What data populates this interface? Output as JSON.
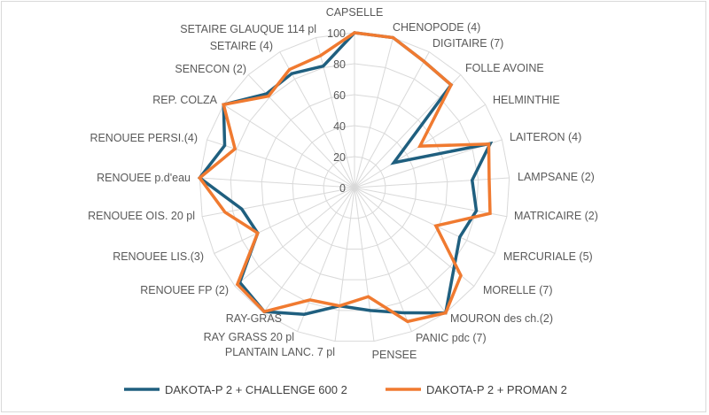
{
  "chart_data": {
    "type": "radar",
    "categories": [
      "CAPSELLE",
      "CHENOPODE (4)",
      "DIGITAIRE (7)",
      "FOLLE AVOINE",
      "HELMINTHIE",
      "LAITERON (4)",
      "LAMPSANE (2)",
      "MATRICAIRE (2)",
      "MERCURIALE (5)",
      "MORELLE (7)",
      "MOURON des ch.(2)",
      "PANIC pdc (7)",
      "PENSEE",
      "PLANTAIN LANC. 7 pl",
      "RAY GRASS 20 pl",
      "RAY-GRAS",
      "RENOUEE FP (2)",
      "RENOUEE LIS.(3)",
      "RENOUEE OIS. 20 pl",
      "RENOUEE p.d'eau",
      "RENOUEE PERSI.(4)",
      "REP. COLZA",
      "SENECON (2)",
      "SETAIRE (4)",
      "SETAIRE GLAUQUE 114 pl"
    ],
    "series": [
      {
        "name": "DAKOTA-P 2  + CHALLENGE 600 2",
        "color": "#1F5F7F",
        "values": [
          100,
          100,
          93,
          91,
          30,
          92,
          76,
          80,
          75,
          83,
          100,
          87,
          80,
          77,
          88,
          99,
          96,
          69,
          74,
          100,
          88,
          100,
          83,
          84,
          81
        ]
      },
      {
        "name": "DAKOTA-P 2 + PROMAN 2",
        "color": "#F07A30",
        "values": [
          100,
          100,
          93,
          91,
          50,
          91,
          87,
          89,
          58,
          89,
          100,
          93,
          71,
          77,
          78,
          99,
          98,
          69,
          85,
          100,
          81,
          100,
          81,
          87,
          88
        ]
      }
    ],
    "rlim": [
      0,
      100
    ],
    "ticks": [
      "0",
      "20",
      "40",
      "60",
      "80",
      "100"
    ],
    "grid": true,
    "legend": "bottom"
  }
}
